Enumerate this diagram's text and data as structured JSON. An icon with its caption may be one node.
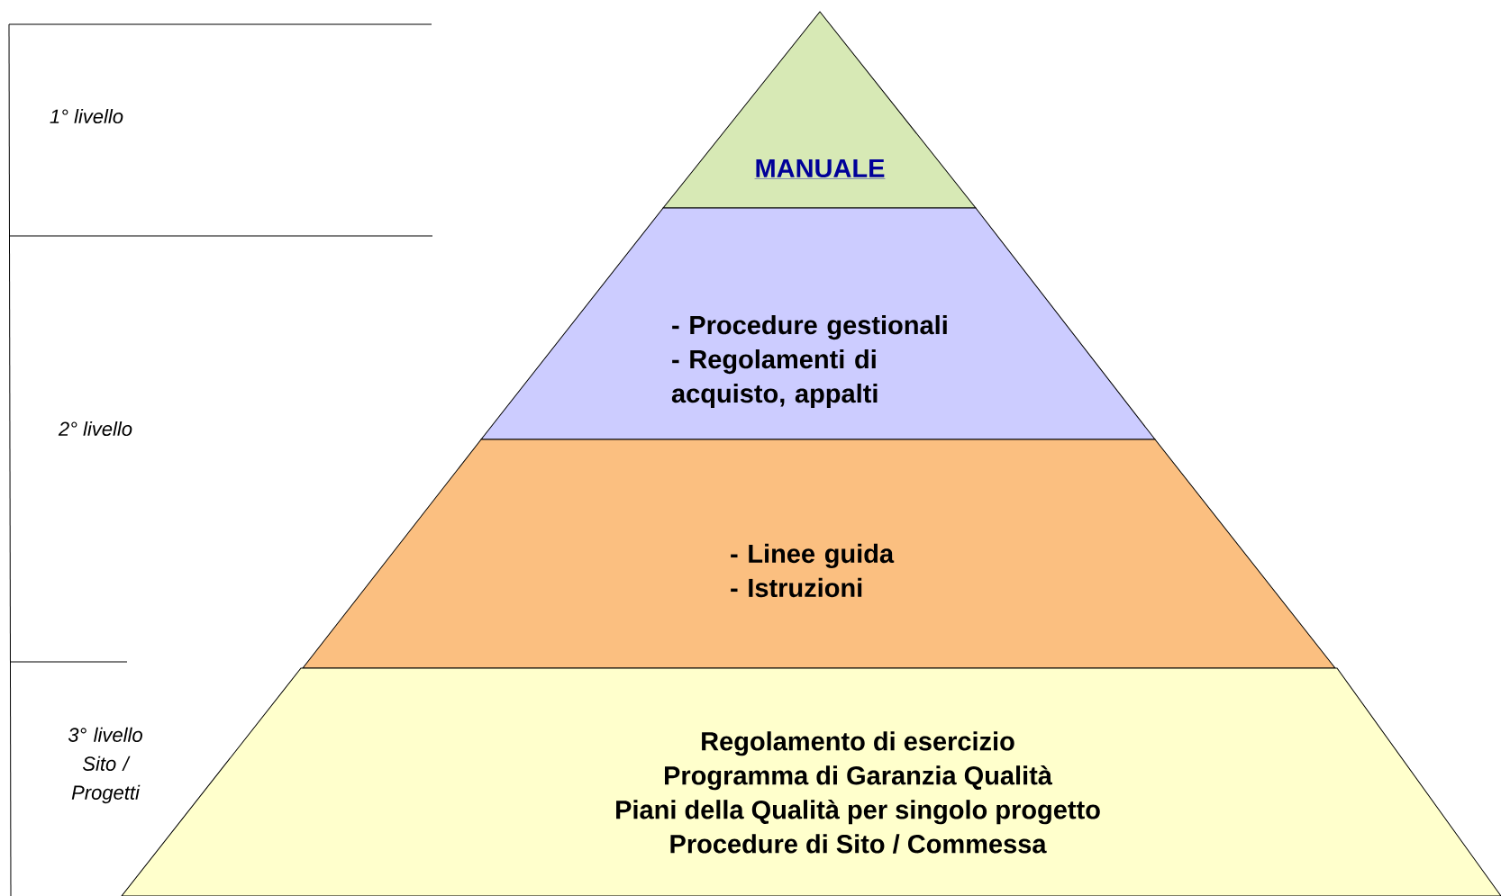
{
  "diagram": {
    "nodes": [
      {
        "text": [
          "MANUALE"
        ]
      },
      {
        "text": [
          "- Procedure gestionali",
          "- Regolamenti di acquisto, appalti"
        ]
      },
      {
        "text": [
          "- Linee guida",
          "- Istruzioni"
        ]
      },
      {
        "text": [
          "Regolamento di esercizio",
          "Programma di Garanzia Qualità",
          "Piani della Qualità per singolo progetto",
          "Procedure di Sito / Commessa"
        ]
      }
    ],
    "labels": [
      "1° livello",
      "2° livello",
      "3° livello Sito / Progetti"
    ]
  }
}
